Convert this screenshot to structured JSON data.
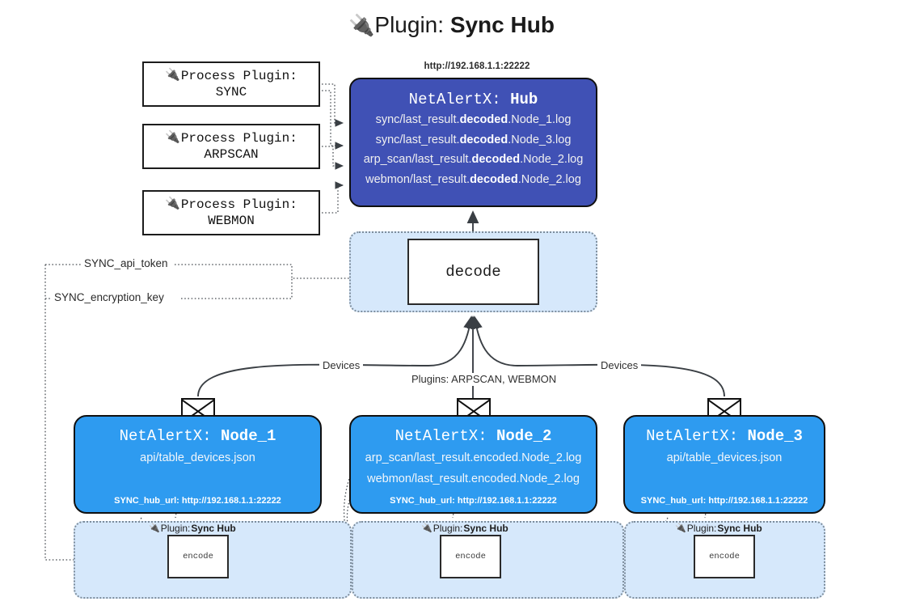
{
  "title": {
    "icon": "plug-icon",
    "prefix": "Plugin: ",
    "name": "Sync Hub"
  },
  "process_plugins": [
    {
      "icon": "plug-icon",
      "line1": "Process Plugin:",
      "line2": "SYNC"
    },
    {
      "icon": "plug-icon",
      "line1": "Process Plugin:",
      "line2": "ARPSCAN"
    },
    {
      "icon": "plug-icon",
      "line1": "Process Plugin:",
      "line2": "WEBMON"
    }
  ],
  "hub": {
    "url": "http://192.168.1.1:22222",
    "title_prefix": "NetAlertX: ",
    "title_name": "Hub",
    "color": "#4051b5",
    "lines": [
      {
        "pre": "sync/last_result.",
        "mid": "decoded",
        "post": ".Node_1.log"
      },
      {
        "pre": "sync/last_result.",
        "mid": "decoded",
        "post": ".Node_3.log"
      },
      {
        "pre": "arp_scan/last_result.",
        "mid": "decoded",
        "post": ".Node_2.log"
      },
      {
        "pre": "webmon/last_result.",
        "mid": "decoded",
        "post": ".Node_2.log"
      }
    ]
  },
  "decode": {
    "label": "decode",
    "region_color": "#d6e8fb"
  },
  "keys": {
    "api_token": "SYNC_api_token",
    "encryption_key": "SYNC_encryption_key"
  },
  "edge_labels": {
    "devices_left": "Devices",
    "devices_right": "Devices",
    "plugins_center": "Plugins: ARPSCAN, WEBMON"
  },
  "nodes": [
    {
      "title_prefix": "NetAlertX: ",
      "title_name": "Node_1",
      "color": "#2e9bf0",
      "lines": [
        "api/table_devices.json"
      ],
      "footer": "SYNC_hub_url: http://192.168.1.1:22222"
    },
    {
      "title_prefix": "NetAlertX: ",
      "title_name": "Node_2",
      "color": "#2e9bf0",
      "lines": [
        "arp_scan/last_result.encoded.Node_2.log",
        "webmon/last_result.encoded.Node_2.log"
      ],
      "footer": "SYNC_hub_url: http://192.168.1.1:22222"
    },
    {
      "title_prefix": "NetAlertX: ",
      "title_name": "Node_3",
      "color": "#2e9bf0",
      "lines": [
        "api/table_devices.json"
      ],
      "footer": "SYNC_hub_url: http://192.168.1.1:22222"
    }
  ],
  "encode_groups": [
    {
      "plugin_prefix": "Plugin: ",
      "plugin_name": "Sync Hub",
      "box_label": "encode",
      "icon": "plug-icon"
    },
    {
      "plugin_prefix": "Plugin: ",
      "plugin_name": "Sync Hub",
      "box_label": "encode",
      "icon": "plug-icon"
    },
    {
      "plugin_prefix": "Plugin: ",
      "plugin_name": "Sync Hub",
      "box_label": "encode",
      "icon": "plug-icon"
    }
  ],
  "icons": {
    "envelope": "envelope-icon",
    "plug": "plug-icon"
  }
}
